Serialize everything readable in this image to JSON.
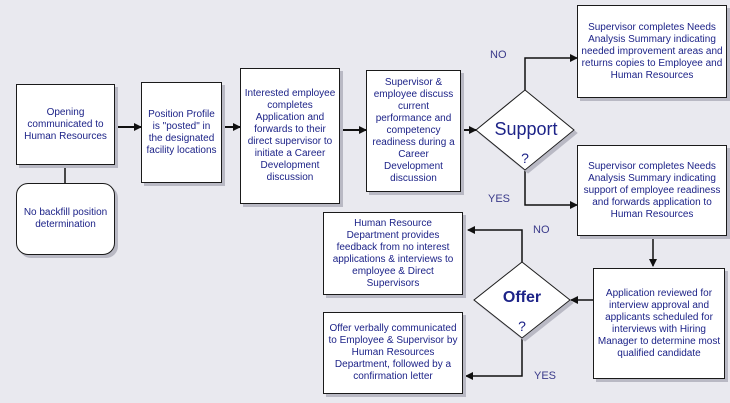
{
  "nodes": {
    "opening": "Opening communicated to Human Resources",
    "no_backfill": "No backfill position determination",
    "position_profile": "Position Profile is \"posted\" in the designated facility locations",
    "interested_employee": "Interested employee completes Application and forwards to their direct supervisor to initiate a Career Development discussion",
    "supervisor_discuss": "Supervisor & employee discuss current performance and competency readiness during a Career Development discussion",
    "needs_analysis_improvement": "Supervisor completes Needs Analysis Summary indicating needed improvement areas and returns copies to Employee and Human Resources",
    "needs_analysis_support": "Supervisor completes Needs Analysis Summary indicating support of employee readiness and forwards application to Human Resources",
    "application_reviewed": "Application reviewed for interview approval and applicants scheduled for interviews with Hiring Manager to determine most qualified candidate",
    "hr_feedback": "Human Resource Department provides feedback from no interest applications & interviews to employee & Direct Supervisors",
    "offer_verbal": "Offer verbally communicated to Employee & Supervisor by Human Resources Department, followed by a confirmation letter"
  },
  "decisions": {
    "support": {
      "label": "Support",
      "mark": "?"
    },
    "offer": {
      "label": "Offer",
      "mark": "?"
    }
  },
  "labels": {
    "support_no": "NO",
    "support_yes": "YES",
    "offer_no": "NO",
    "offer_yes": "YES"
  },
  "colors": {
    "background": "#e9e9ef",
    "text": "#1d2388",
    "border": "#1a1a1a",
    "shadow": "#b9b9c4"
  }
}
